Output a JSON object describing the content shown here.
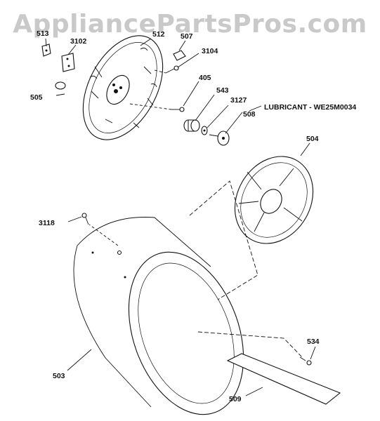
{
  "watermark": "AppliancePartsPros.com",
  "labels": {
    "p513": "513",
    "p3102": "3102",
    "p512": "512",
    "p507": "507",
    "p3104": "3104",
    "p505": "505",
    "p405": "405",
    "p543": "543",
    "p3127": "3127",
    "p508": "508",
    "lubricant": "LUBRICANT - WE25M0034",
    "p504": "504",
    "p3118": "3118",
    "p534": "534",
    "p503": "503",
    "p509": "509"
  }
}
